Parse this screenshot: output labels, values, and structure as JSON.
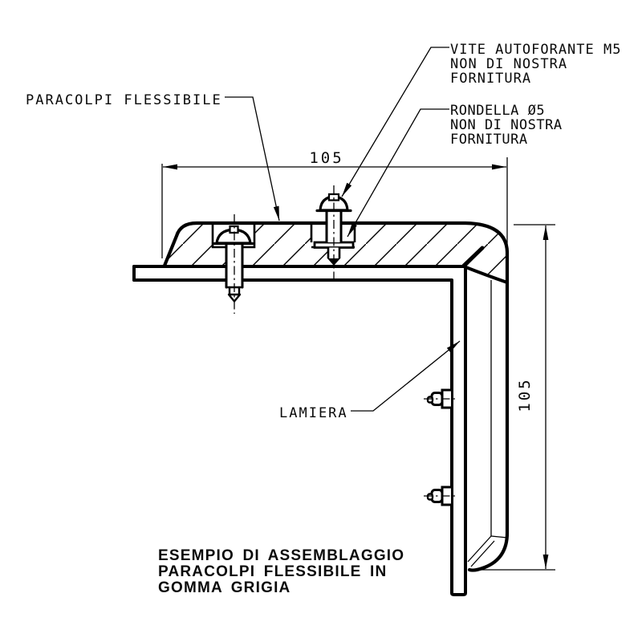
{
  "drawing": {
    "labels": {
      "bumper": "PARACOLPI FLESSIBILE",
      "sheet": "LAMIERA",
      "screw_note": {
        "line1": "VITE AUTOFORANTE M5",
        "line2": "NON DI NOSTRA",
        "line3": "FORNITURA"
      },
      "washer_note": {
        "line1": "RONDELLA Ø5",
        "line2": "NON DI NOSTRA",
        "line3": "FORNITURA"
      }
    },
    "dimensions": {
      "width": "105",
      "height": "105"
    },
    "caption": {
      "line1": "ESEMPIO DI ASSEMBLAGGIO",
      "line2": "PARACOLPI FLESSIBILE IN",
      "line3": "GOMMA GRIGIA"
    },
    "colors": {
      "ink": "#000000",
      "background": "#ffffff"
    }
  }
}
